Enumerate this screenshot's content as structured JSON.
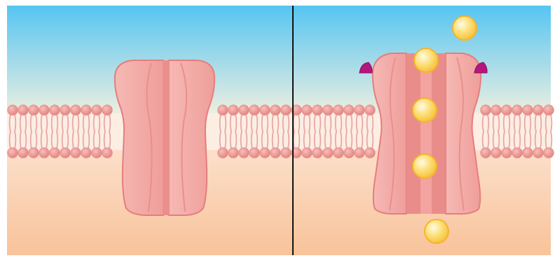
{
  "figure": {
    "panels": [
      {
        "state": "closed",
        "ligands_bound": 0,
        "ions_passing": 0
      },
      {
        "state": "open",
        "ligands_bound": 2,
        "ions_passing": 5
      }
    ]
  },
  "colors": {
    "extracellular_top": "#56c5f2",
    "extracellular_bottom": "#fbf3df",
    "cytoplasm_top": "#fde6d6",
    "cytoplasm_bottom": "#f8c39a",
    "phospholipid_head": "#e98f8c",
    "phospholipid_tail": "#e7a9a3",
    "channel_fill": "#f3aaa6",
    "channel_outline": "#e57e7c",
    "ligand": "#b5167c",
    "ion_fill": "#fbd04c",
    "ion_outline": "#f4b52a",
    "divider": "#111111"
  },
  "icons": [
    "phospholipid-bilayer",
    "ion-channel",
    "ligand",
    "ion"
  ]
}
